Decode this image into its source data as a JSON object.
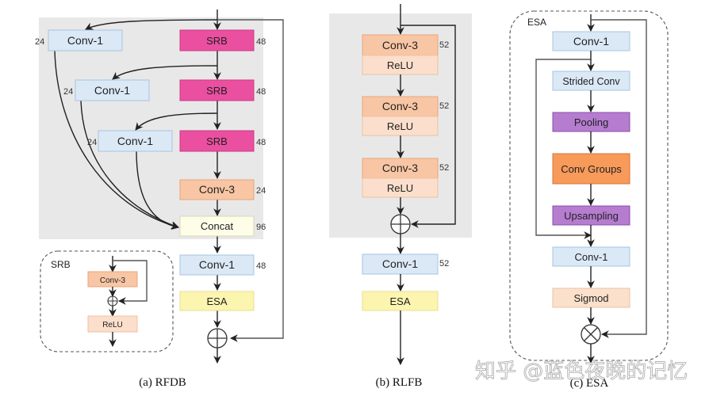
{
  "colors": {
    "panel_bg": "#e8e8e8",
    "conv1_fill": "#dbe9f6",
    "conv1_stroke": "#a7c4e0",
    "srb_fill": "#ea4fa0",
    "srb_stroke": "#c93c84",
    "conv3_fill": "#f8c6a4",
    "conv3_stroke": "#e8a57a",
    "relu_fill": "#fbdfcc",
    "relu_stroke": "#ecc0a2",
    "concat_fill": "#fdfde8",
    "concat_stroke": "#d8d8b8",
    "esa_fill": "#fbf5b0",
    "esa_stroke": "#e8e090",
    "pool_fill": "#b57cd0",
    "pool_stroke": "#8a4fa8",
    "convgroups_fill": "#f79a5a",
    "convgroups_stroke": "#d7743a",
    "sigmod_fill": "#fbe0cc",
    "sigmod_stroke": "#ecc0a2"
  },
  "rfdb": {
    "caption": "(a) RFDB",
    "srb_blocks": [
      {
        "label": "SRB",
        "channels": "48"
      },
      {
        "label": "SRB",
        "channels": "48"
      },
      {
        "label": "SRB",
        "channels": "48"
      }
    ],
    "distill_convs": [
      {
        "label": "Conv-1",
        "channels": "24"
      },
      {
        "label": "Conv-1",
        "channels": "24"
      },
      {
        "label": "Conv-1",
        "channels": "24"
      }
    ],
    "conv3": {
      "label": "Conv-3",
      "channels": "24"
    },
    "concat": {
      "label": "Concat",
      "channels": "96"
    },
    "conv1": {
      "label": "Conv-1",
      "channels": "48"
    },
    "esa": {
      "label": "ESA"
    },
    "srb_detail": {
      "title": "SRB",
      "conv3": "Conv-3",
      "relu": "ReLU"
    }
  },
  "rlfb": {
    "caption": "(b) RLFB",
    "blocks": [
      {
        "conv": "Conv-3",
        "act": "ReLU",
        "channels": "52"
      },
      {
        "conv": "Conv-3",
        "act": "ReLU",
        "channels": "52"
      },
      {
        "conv": "Conv-3",
        "act": "ReLU",
        "channels": "52"
      }
    ],
    "conv1": {
      "label": "Conv-1",
      "channels": "52"
    },
    "esa": {
      "label": "ESA"
    }
  },
  "esa": {
    "caption": "(c) ESA",
    "title": "ESA",
    "steps": [
      "Conv-1",
      "Strided Conv",
      "Pooling",
      "Conv Groups",
      "Upsampling",
      "Conv-1",
      "Sigmod"
    ]
  },
  "watermark": "知乎 @蓝色夜晚的记忆"
}
